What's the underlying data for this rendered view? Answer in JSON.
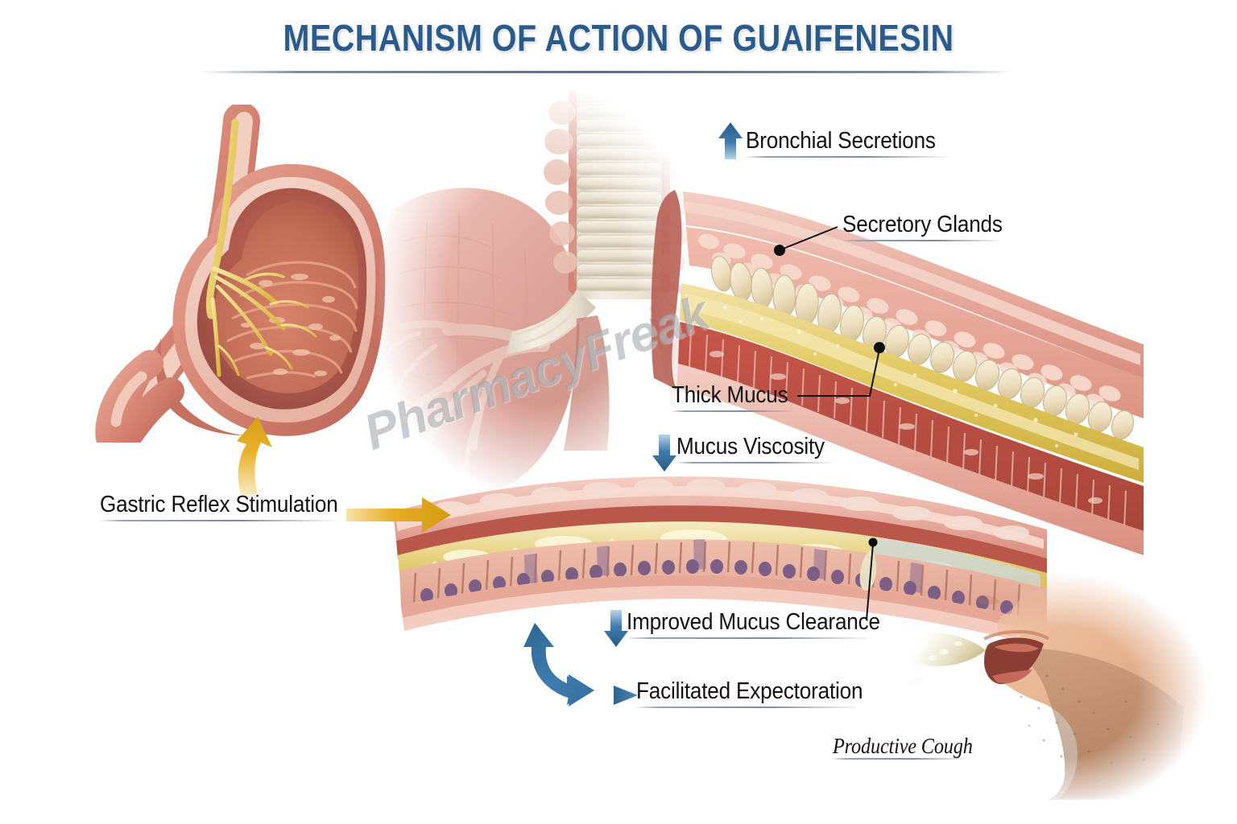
{
  "page": {
    "title": "MECHANISM OF ACTION OF GUAIFENESIN",
    "watermark": "PharmacyFreak",
    "background_color": "#ffffff",
    "title_color": "#2b5b8c",
    "accent_blue": "#2d5f8a",
    "accent_gold": "#e0a41f"
  },
  "labels": {
    "bronchial_secretions": "Bronchial Secretions",
    "secretory_glands": "Secretory Glands",
    "thick_mucus": "Thick Mucus",
    "mucus_viscosity": "Mucus Viscosity",
    "improved_mucus_clearance": "Improved Mucus Clearance",
    "facilitated_expectoration": "Facilitated Expectoration",
    "gastric_reflex_stimulation": "Gastric Reflex Stimulation",
    "productive_cough": "Productive Cough"
  },
  "icons": {
    "up_arrow": "arrow-up-icon",
    "down_arrow": "arrow-down-icon",
    "right_arrow": "arrow-right-icon",
    "curved_arrow": "curved-double-arrow-icon"
  },
  "illustrations": {
    "stomach": "stomach-cross-section",
    "lungs": "lungs-trachea-bronchi",
    "bronchiole_thick": "bronchiole-wall-thick-mucus",
    "bronchiole_cleared": "bronchiole-wall-cleared-mucus",
    "face": "man-profile-coughing"
  }
}
